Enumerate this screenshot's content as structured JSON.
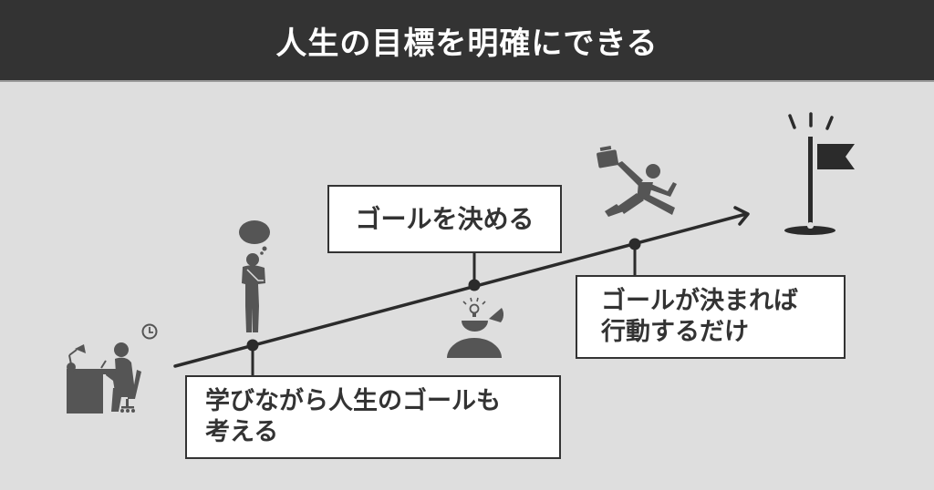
{
  "header": {
    "title": "人生の目標を明確にできる"
  },
  "colors": {
    "background": "#dedede",
    "header_bg": "#333333",
    "header_text": "#ffffff",
    "icon_gray": "#555555",
    "line_dark": "#2b2b2b",
    "box_bg": "#ffffff",
    "box_border": "#333333"
  },
  "timeline": {
    "direction": "ascending-arrow",
    "milestones": [
      {
        "id": "step-1",
        "icon": "thinking-person-icon",
        "label_line1": "学びながら人生のゴールも",
        "label_line2": "考える"
      },
      {
        "id": "step-2",
        "icon": "open-mind-idea-icon",
        "label_line1": "ゴールを決める"
      },
      {
        "id": "step-3",
        "icon": "running-businessman-icon",
        "label_line1": "ゴールが決まれば",
        "label_line2": "行動するだけ"
      }
    ],
    "start_icon": "person-studying-at-desk-icon",
    "start_accent_icon": "clock-icon",
    "end_icon": "goal-flag-icon"
  }
}
